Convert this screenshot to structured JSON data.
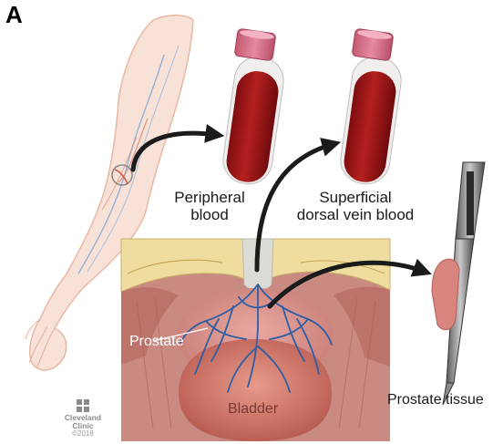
{
  "panel_label": "A",
  "captions": {
    "peripheral": [
      "Peripheral",
      "blood"
    ],
    "superficial": [
      "Superficial",
      "dorsal vein blood"
    ],
    "prostate_tissue": "Prostate tissue"
  },
  "anatomy_labels": {
    "prostate": "Prostate",
    "bladder": "Bladder"
  },
  "logo": {
    "line1": "Cleveland",
    "line2": "Clinic",
    "copyright": "©2018"
  },
  "colors": {
    "blood": "#a2161b",
    "tube_cap": "#d8758a",
    "arrow": "#1b1b1b",
    "skin": "#f7ded3",
    "vein": "#3f77b8",
    "bladder": "#d37b6e",
    "fat": "#efdd9f"
  }
}
